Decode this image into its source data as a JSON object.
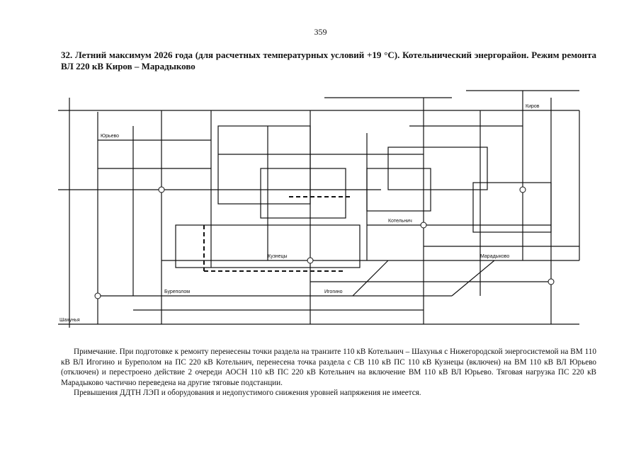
{
  "page": {
    "number": "359",
    "title": "32. Летний максимум 2026 года (для расчетных температурных условий +19 °С). Котельнический энергорайон. Режим ремонта ВЛ 220 кВ Киров – Марадыково"
  },
  "diagram": {
    "labels": [
      "Котельнич",
      "Шахунья",
      "Марадыково",
      "Киров",
      "Юрьево",
      "Кузнецы",
      "Бурепо­лом",
      "Игогино"
    ]
  },
  "note": {
    "paragraph1": "Примечание. При подготовке к ремонту перенесены точки раздела на транзите 110 кВ Котельнич – Шахунья с Нижегородской энергосистемой на ВМ 110 кВ ВЛ Игогино и Бурепо­лом на ПС 220 кВ Котельнич, перенесена точка раздела с СВ 110 кВ ПС 110 кВ Кузнецы (включен) на ВМ 110 кВ ВЛ Юрьево (отключен) и перестроено действие 2 очереди АОСН 110 кВ ПС 220 кВ Котельнич на включение ВМ 110 кВ ВЛ Юрьево. Тяговая нагрузка ПС 220 кВ Марадыково частично переведена на другие тяговые подстанции.",
    "paragraph2": "Превышения ДДТН ЛЭП и оборудования и недопустимого снижения уровней напряжения не имеется."
  },
  "colors": {
    "ink": "#111111",
    "paper": "#ffffff"
  }
}
